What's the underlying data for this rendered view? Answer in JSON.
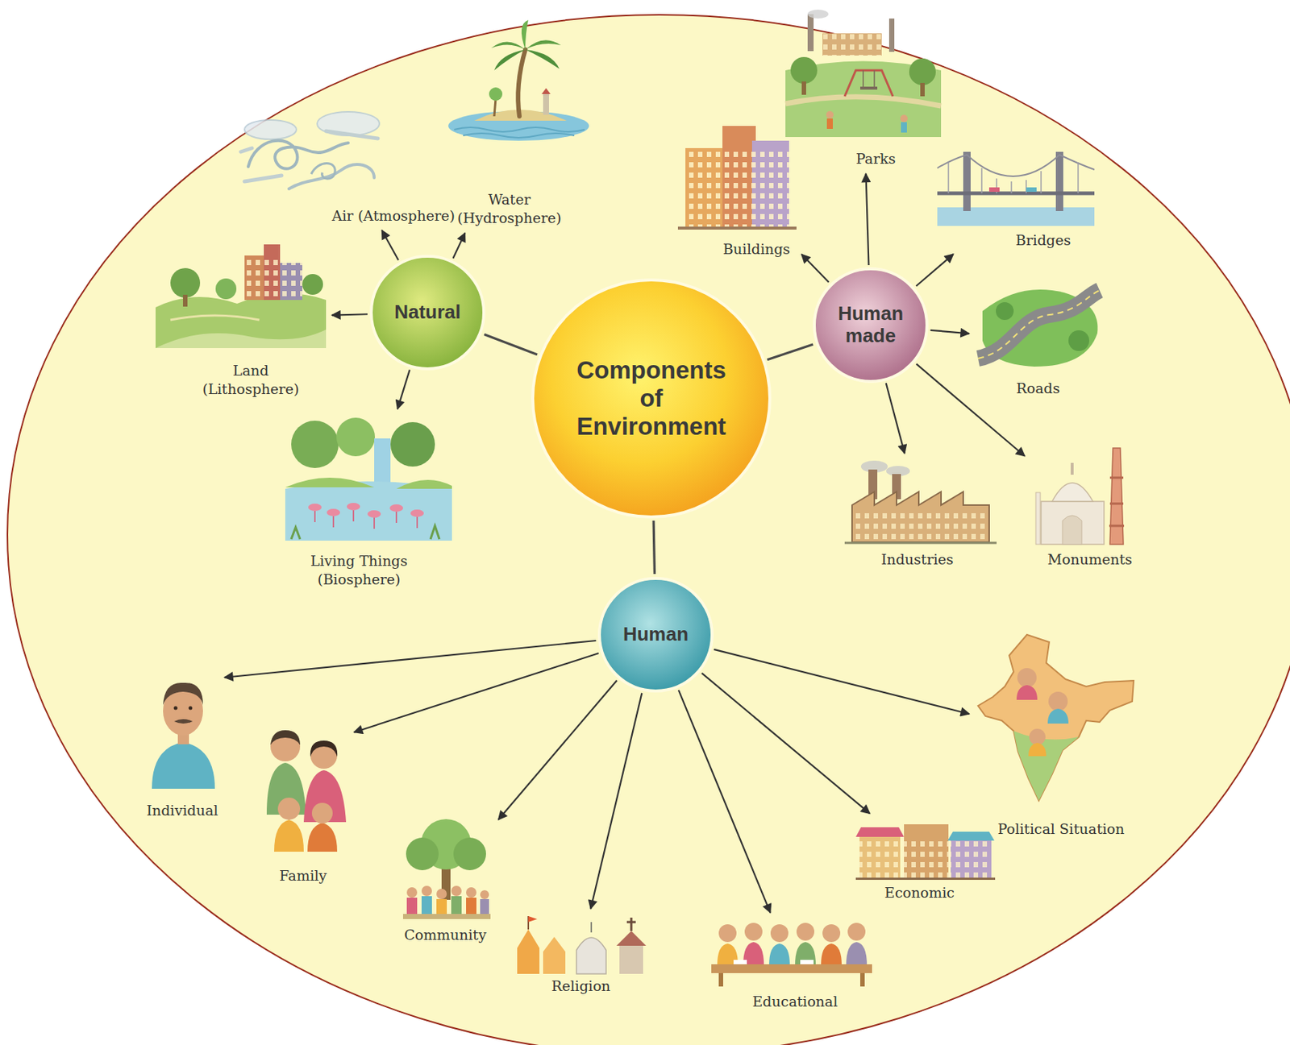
{
  "diagram": {
    "nodes": [
      {
        "text": [
          "Components of Environment"
        ]
      },
      {
        "text": [
          "Natural"
        ]
      },
      {
        "text": [
          "Human made"
        ]
      },
      {
        "text": [
          "Human"
        ]
      },
      {
        "text": [
          "Air (Atmosphere)"
        ]
      },
      {
        "text": [
          "Water (Hydrosphere)"
        ]
      },
      {
        "text": [
          "Land (Lithosphere)"
        ]
      },
      {
        "text": [
          "Living Things (Biosphere)"
        ]
      },
      {
        "text": [
          "Buildings"
        ]
      },
      {
        "text": [
          "Parks"
        ]
      },
      {
        "text": [
          "Bridges"
        ]
      },
      {
        "text": [
          "Roads"
        ]
      },
      {
        "text": [
          "Industries"
        ]
      },
      {
        "text": [
          "Monuments"
        ]
      },
      {
        "text": [
          "Individual"
        ]
      },
      {
        "text": [
          "Family"
        ]
      },
      {
        "text": [
          "Community"
        ]
      },
      {
        "text": [
          "Religion"
        ]
      },
      {
        "text": [
          "Educational"
        ]
      },
      {
        "text": [
          "Economic"
        ]
      },
      {
        "text": [
          "Political Situation"
        ]
      }
    ],
    "edges": [
      {
        "from": 0,
        "to": 1,
        "arrow": "none"
      },
      {
        "from": 0,
        "to": 2,
        "arrow": "none"
      },
      {
        "from": 0,
        "to": 3,
        "arrow": "none"
      },
      {
        "from": 1,
        "to": 4,
        "arrow": "to"
      },
      {
        "from": 1,
        "to": 5,
        "arrow": "to"
      },
      {
        "from": 1,
        "to": 6,
        "arrow": "to"
      },
      {
        "from": 1,
        "to": 7,
        "arrow": "to"
      },
      {
        "from": 2,
        "to": 8,
        "arrow": "to"
      },
      {
        "from": 2,
        "to": 9,
        "arrow": "to"
      },
      {
        "from": 2,
        "to": 10,
        "arrow": "to"
      },
      {
        "from": 2,
        "to": 11,
        "arrow": "to"
      },
      {
        "from": 2,
        "to": 12,
        "arrow": "to"
      },
      {
        "from": 2,
        "to": 13,
        "arrow": "to"
      },
      {
        "from": 3,
        "to": 14,
        "arrow": "to"
      },
      {
        "from": 3,
        "to": 15,
        "arrow": "to"
      },
      {
        "from": 3,
        "to": 16,
        "arrow": "to"
      },
      {
        "from": 3,
        "to": 17,
        "arrow": "to"
      },
      {
        "from": 3,
        "to": 18,
        "arrow": "to"
      },
      {
        "from": 3,
        "to": 19,
        "arrow": "to"
      },
      {
        "from": 3,
        "to": 20,
        "arrow": "to"
      }
    ]
  }
}
